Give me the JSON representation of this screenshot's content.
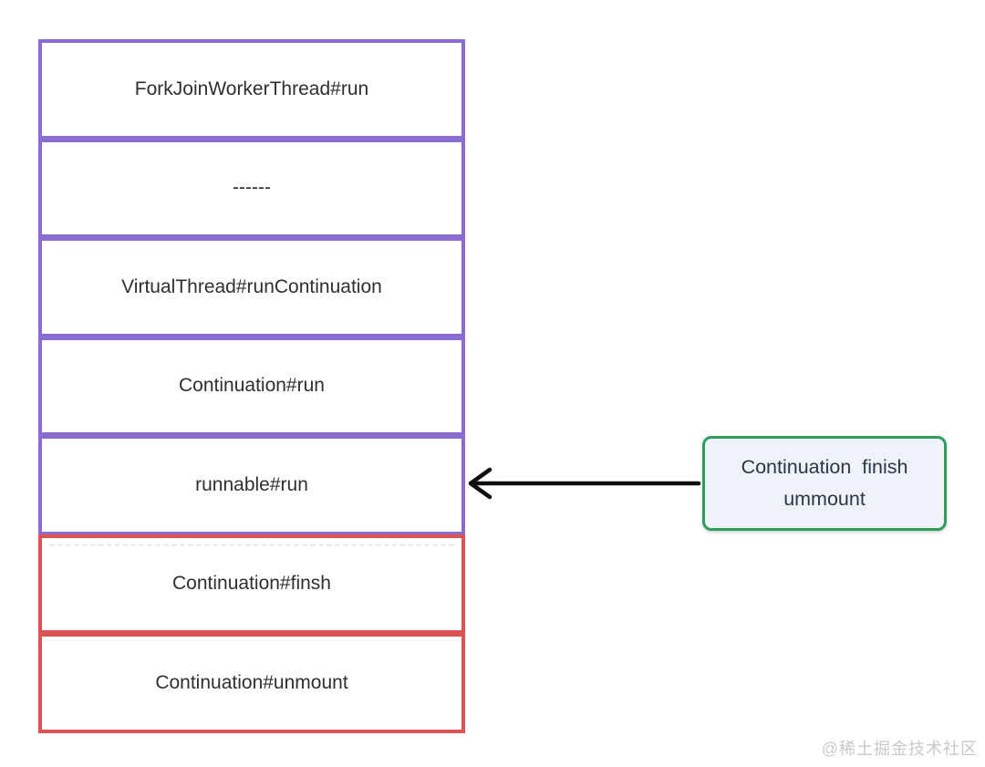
{
  "diagram": {
    "stack": [
      {
        "label": "ForkJoinWorkerThread#run",
        "style": "purple"
      },
      {
        "label": "------",
        "style": "purple"
      },
      {
        "label": "VirtualThread#runContinuation",
        "style": "purple"
      },
      {
        "label": "Continuation#run",
        "style": "purple"
      },
      {
        "label": "runnable#run",
        "style": "purple"
      },
      {
        "label": "Continuation#finsh",
        "style": "red"
      },
      {
        "label": "Continuation#unmount",
        "style": "red"
      }
    ],
    "annotation": {
      "line1": "Continuation  finish",
      "line2": "ummount"
    },
    "colors": {
      "purple_border": "#8b6cd2",
      "red_border": "#dd5252",
      "green_border": "#2f9e5d",
      "annotation_fill": "#eef2fa",
      "arrow": "#0d0d0d",
      "box_text": "#2f2f2f",
      "watermark_text": "#c9c9c9"
    },
    "watermark": "@稀土掘金技术社区"
  }
}
